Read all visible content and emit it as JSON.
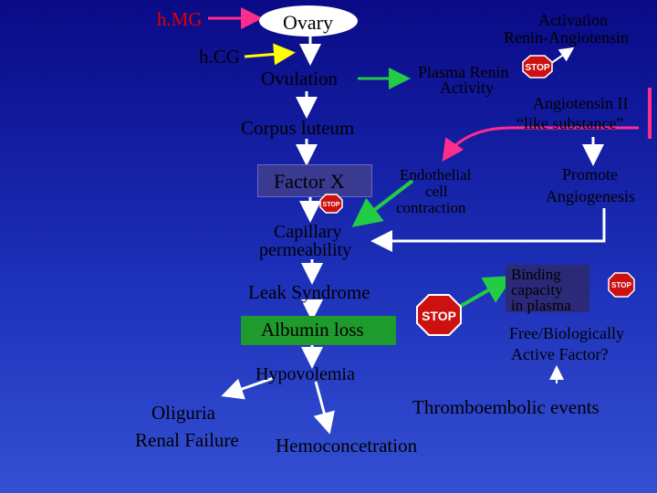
{
  "nodes": {
    "hmg": "h.MG",
    "hcg": "h.CG",
    "ovary": "Ovary",
    "ovulation": "Ovulation",
    "corpus_luteum": "Corpus luteum",
    "factor_x": "Factor X",
    "capillary_1": "Capillary",
    "capillary_2": "permeability",
    "leak": "Leak Syndrome",
    "albumin": "Albumin loss",
    "hypovolemia": "Hypovolemia",
    "oliguria_1": "Oliguria",
    "oliguria_2": "Renal Failure",
    "hemo": "Hemoconcetration",
    "thrombo": "Thromboembolic events",
    "activation_1": "Activation",
    "activation_2": "Renin-Angiotensin",
    "renin_1": "Plasma Renin",
    "renin_2": "Activity",
    "angio_1": "Angiotensin II",
    "angio_2": "“like substance”",
    "endo_1": "Endothelial",
    "endo_2": "cell",
    "endo_3": "contraction",
    "promote_1": "Promote",
    "promote_2": "Angiogenesis",
    "binding_1": "Binding",
    "binding_2": "capacity",
    "binding_3": "in plasma",
    "free_1": "Free/Biologically",
    "free_2": "Active Factor?"
  },
  "stop_sign": "STOP",
  "colors": {
    "pink": "#ff2d8a",
    "yellow": "#ffff00",
    "green": "#22cc44",
    "stop_red": "#cc1111",
    "ovary_fill": "#ffffff",
    "box_fill": "#4a4aa0",
    "albumin_fill": "#22aa33"
  }
}
